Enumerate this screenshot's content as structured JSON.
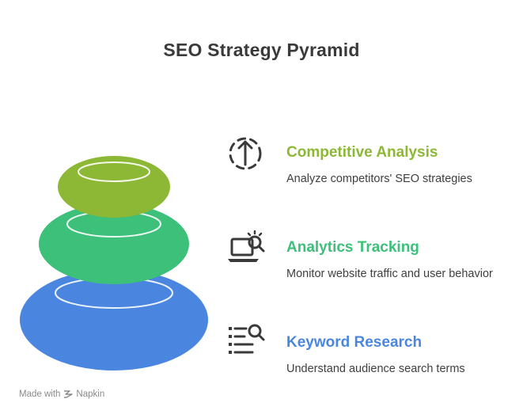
{
  "title": "SEO Strategy Pyramid",
  "levels": [
    {
      "title": "Competitive Analysis",
      "description": "Analyze competitors' SEO strategies",
      "color": "#8db836",
      "icon": "dashed-circle-up-arrow-icon"
    },
    {
      "title": "Analytics Tracking",
      "description": "Monitor website traffic and user behavior",
      "color": "#3cc07a",
      "icon": "laptop-magnifier-icon"
    },
    {
      "title": "Keyword Research",
      "description": "Understand audience search terms",
      "color": "#4a86e0",
      "icon": "list-search-icon"
    }
  ],
  "footer": {
    "made_with": "Made with",
    "brand": "Napkin"
  }
}
